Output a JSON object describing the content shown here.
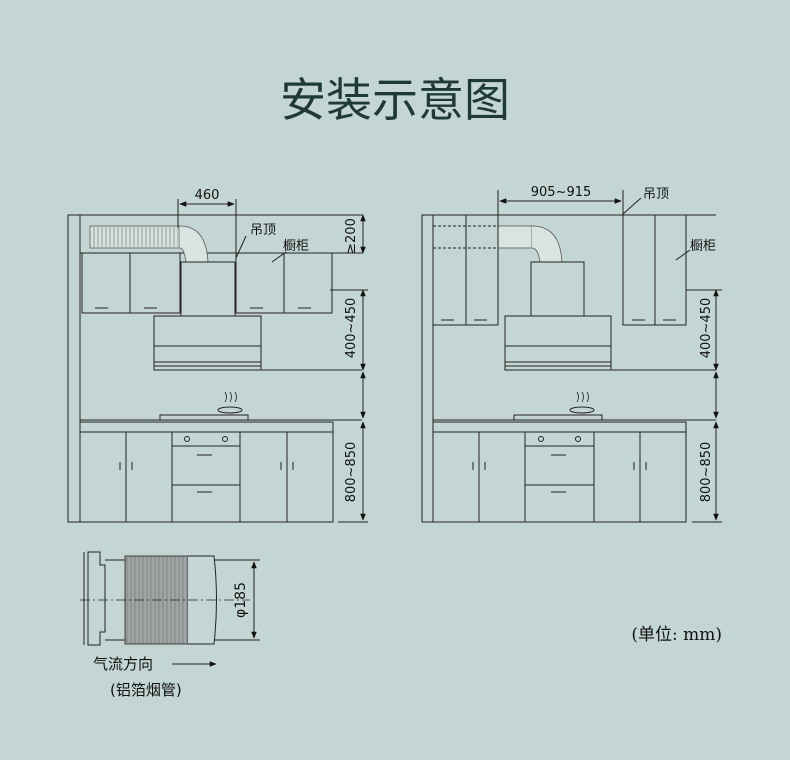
{
  "title": "安装示意图",
  "left_diagram": {
    "dim_width": "460",
    "label_ceiling": "吊顶",
    "label_cabinet": "橱柜",
    "dim_top": "≥200",
    "dim_hood_height": "400~450",
    "dim_counter_height": "800~850"
  },
  "right_diagram": {
    "dim_width": "905~915",
    "label_ceiling": "吊顶",
    "label_cabinet": "橱柜",
    "dim_hood_height": "400~450",
    "dim_counter_height": "800~850"
  },
  "pipe": {
    "dim_diameter": "φ185",
    "airflow_label": "气流方向",
    "pipe_label": "(铝箔烟管)"
  },
  "unit_note": "(单位: mm)"
}
